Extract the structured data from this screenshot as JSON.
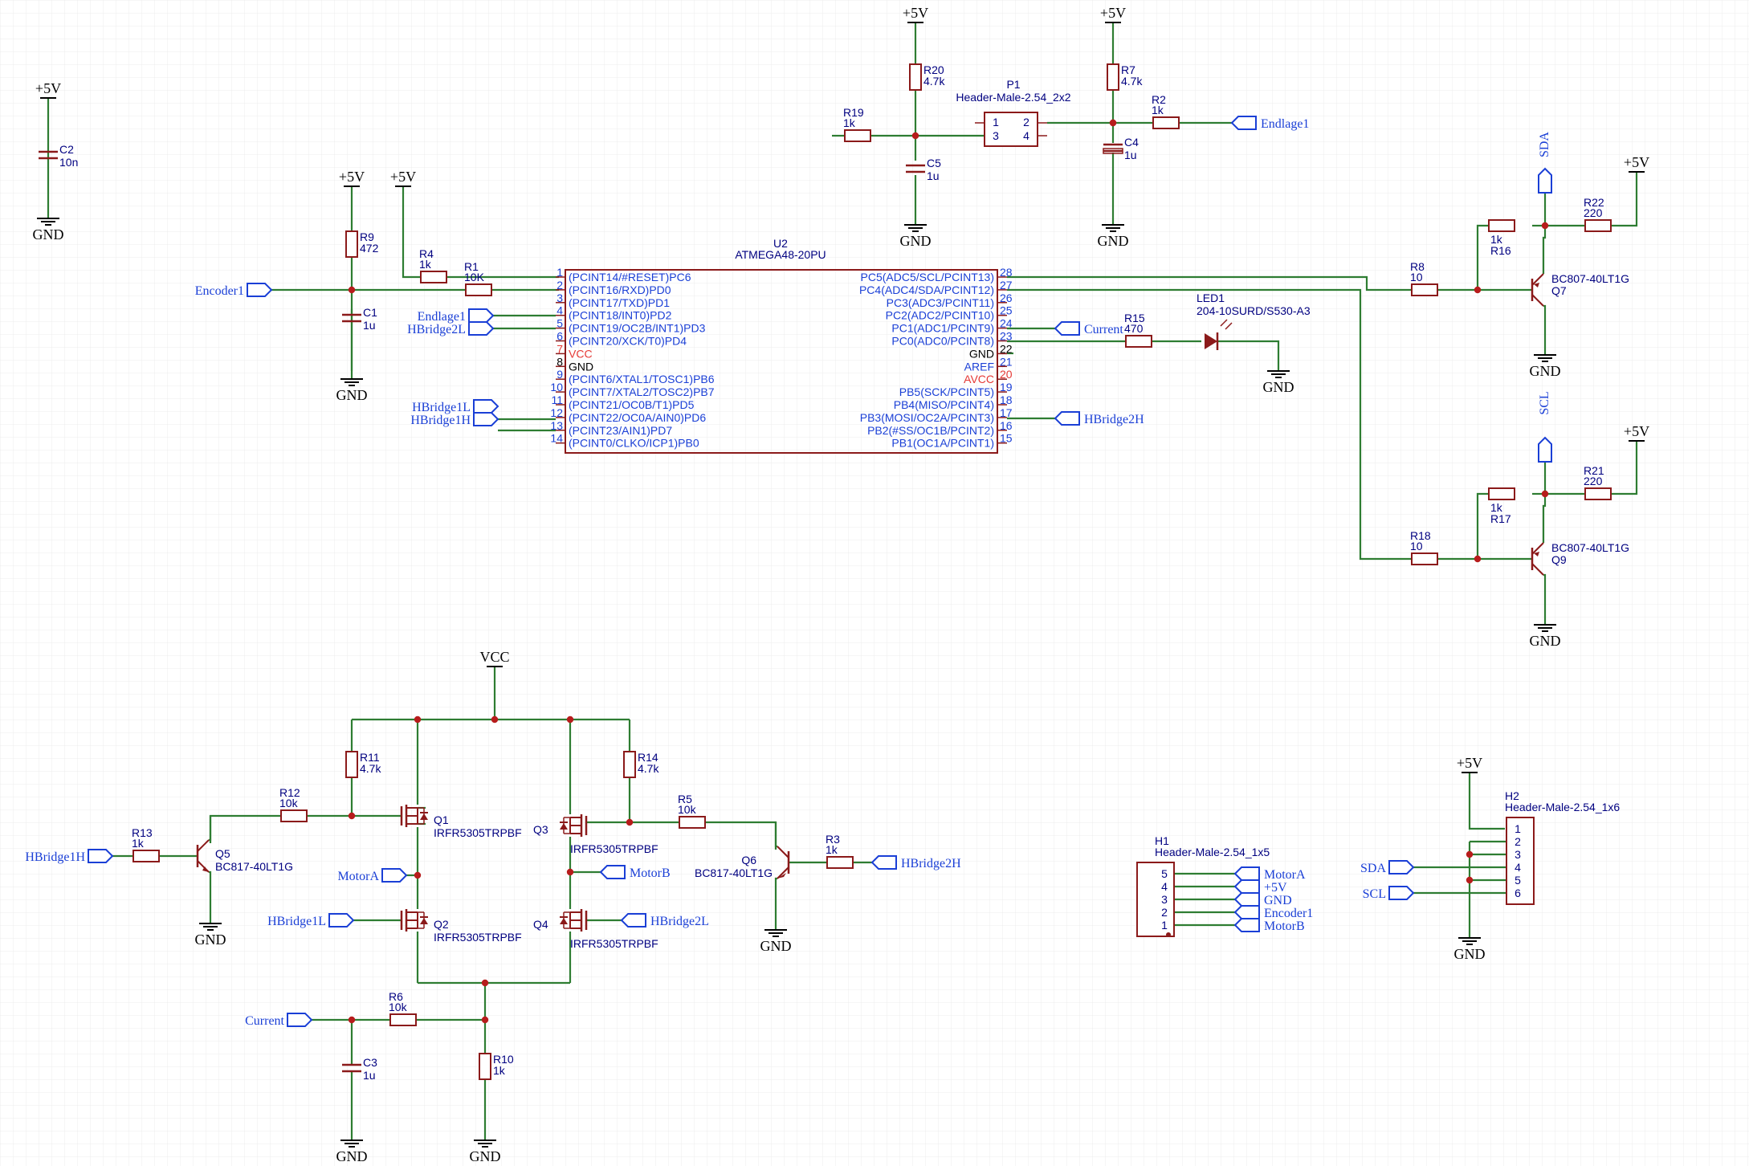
{
  "colors": {
    "wire": "#2e7d32",
    "part": "#8b1a1a",
    "text": "#000080",
    "netlabel": "#1a3fd6",
    "pin_number": "#1a3fd6",
    "power_pin": "#e53935",
    "grid": "#e6e6e6",
    "led_fill": "#8b1a1a"
  },
  "power": {
    "p5v": "+5V",
    "gnd": "GND",
    "vcc": "VCC"
  },
  "mcu": {
    "ref": "U2",
    "value": "ATMEGA48-20PU",
    "left_pins": [
      {
        "num": "1",
        "name": "(PCINT14/#RESET)PC6"
      },
      {
        "num": "2",
        "name": "(PCINT16/RXD)PD0"
      },
      {
        "num": "3",
        "name": "(PCINT17/TXD)PD1"
      },
      {
        "num": "4",
        "name": "(PCINT18/INT0)PD2"
      },
      {
        "num": "5",
        "name": "(PCINT19/OC2B/INT1)PD3"
      },
      {
        "num": "6",
        "name": "(PCINT20/XCK/T0)PD4"
      },
      {
        "num": "7",
        "name": "VCC"
      },
      {
        "num": "8",
        "name": "GND"
      },
      {
        "num": "9",
        "name": "(PCINT6/XTAL1/TOSC1)PB6"
      },
      {
        "num": "10",
        "name": "(PCINT7/XTAL2/TOSC2)PB7"
      },
      {
        "num": "11",
        "name": "(PCINT21/OC0B/T1)PD5"
      },
      {
        "num": "12",
        "name": "(PCINT22/OC0A/AIN0)PD6"
      },
      {
        "num": "13",
        "name": "(PCINT23/AIN1)PD7"
      },
      {
        "num": "14",
        "name": "(PCINT0/CLKO/ICP1)PB0"
      }
    ],
    "right_pins": [
      {
        "num": "28",
        "name": "PC5(ADC5/SCL/PCINT13)"
      },
      {
        "num": "27",
        "name": "PC4(ADC4/SDA/PCINT12)"
      },
      {
        "num": "26",
        "name": "PC3(ADC3/PCINT11)"
      },
      {
        "num": "25",
        "name": "PC2(ADC2/PCINT10)"
      },
      {
        "num": "24",
        "name": "PC1(ADC1/PCINT9)"
      },
      {
        "num": "23",
        "name": "PC0(ADC0/PCINT8)"
      },
      {
        "num": "22",
        "name": "GND"
      },
      {
        "num": "21",
        "name": "AREF"
      },
      {
        "num": "20",
        "name": "AVCC"
      },
      {
        "num": "19",
        "name": "PB5(SCK/PCINT5)"
      },
      {
        "num": "18",
        "name": "PB4(MISO/PCINT4)"
      },
      {
        "num": "17",
        "name": "PB3(MOSI/OC2A/PCINT3)"
      },
      {
        "num": "16",
        "name": "PB2(#SS/OC1B/PCINT2)"
      },
      {
        "num": "15",
        "name": "PB1(OC1A/PCINT1)"
      }
    ]
  },
  "parts": {
    "C2": {
      "ref": "C2",
      "value": "10n"
    },
    "R9": {
      "ref": "R9",
      "value": "472"
    },
    "C1": {
      "ref": "C1",
      "value": "1u"
    },
    "R4": {
      "ref": "R4",
      "value": "1k"
    },
    "R1": {
      "ref": "R1",
      "value": "10K"
    },
    "R20": {
      "ref": "R20",
      "value": "4.7k"
    },
    "R19": {
      "ref": "R19",
      "value": "1k"
    },
    "C5": {
      "ref": "C5",
      "value": "1u"
    },
    "P1": {
      "ref": "P1",
      "value": "Header-Male-2.54_2x2",
      "pins": [
        "1",
        "2",
        "3",
        "4"
      ]
    },
    "R7": {
      "ref": "R7",
      "value": "4.7k"
    },
    "C4": {
      "ref": "C4",
      "value": "1u"
    },
    "R2": {
      "ref": "R2",
      "value": "1k"
    },
    "R15": {
      "ref": "R15",
      "value": "470"
    },
    "LED1": {
      "ref": "LED1",
      "value": "204-10SURD/S530-A3"
    },
    "R8": {
      "ref": "R8",
      "value": "10"
    },
    "R16": {
      "ref": "R16",
      "value": "1k"
    },
    "R22": {
      "ref": "R22",
      "value": "220"
    },
    "Q7": {
      "ref": "Q7",
      "value": "BC807-40LT1G"
    },
    "R18": {
      "ref": "R18",
      "value": "10"
    },
    "R17": {
      "ref": "R17",
      "value": "1k"
    },
    "R21": {
      "ref": "R21",
      "value": "220"
    },
    "Q9": {
      "ref": "Q9",
      "value": "BC807-40LT1G"
    },
    "R11": {
      "ref": "R11",
      "value": "4.7k"
    },
    "R12": {
      "ref": "R12",
      "value": "10k"
    },
    "R13": {
      "ref": "R13",
      "value": "1k"
    },
    "Q5": {
      "ref": "Q5",
      "value": "BC817-40LT1G"
    },
    "Q1": {
      "ref": "Q1",
      "value": "IRFR5305TRPBF"
    },
    "Q2": {
      "ref": "Q2",
      "value": "IRFR5305TRPBF"
    },
    "Q3": {
      "ref": "Q3",
      "value": "IRFR5305TRPBF"
    },
    "Q4": {
      "ref": "Q4",
      "value": "IRFR5305TRPBF"
    },
    "R14": {
      "ref": "R14",
      "value": "4.7k"
    },
    "R5": {
      "ref": "R5",
      "value": "10k"
    },
    "R3": {
      "ref": "R3",
      "value": "1k"
    },
    "Q6": {
      "ref": "Q6",
      "value": "BC817-40LT1G"
    },
    "R6": {
      "ref": "R6",
      "value": "10k"
    },
    "C3": {
      "ref": "C3",
      "value": "1u"
    },
    "R10": {
      "ref": "R10",
      "value": "1k"
    },
    "H1": {
      "ref": "H1",
      "value": "Header-Male-2.54_1x5",
      "pins": [
        "5",
        "4",
        "3",
        "2",
        "1"
      ]
    },
    "H2": {
      "ref": "H2",
      "value": "Header-Male-2.54_1x6",
      "pins": [
        "1",
        "2",
        "3",
        "4",
        "5",
        "6"
      ]
    }
  },
  "nets": {
    "encoder1": "Encoder1",
    "endlage1": "Endlage1",
    "hbridge2l": "HBridge2L",
    "hbridge1l": "HBridge1L",
    "hbridge1h": "HBridge1H",
    "hbridge2h": "HBridge2H",
    "current": "Current",
    "motora": "MotorA",
    "motorb": "MotorB",
    "sda": "SDA",
    "scl": "SCL",
    "gnd": "GND",
    "p5v": "+5V"
  }
}
